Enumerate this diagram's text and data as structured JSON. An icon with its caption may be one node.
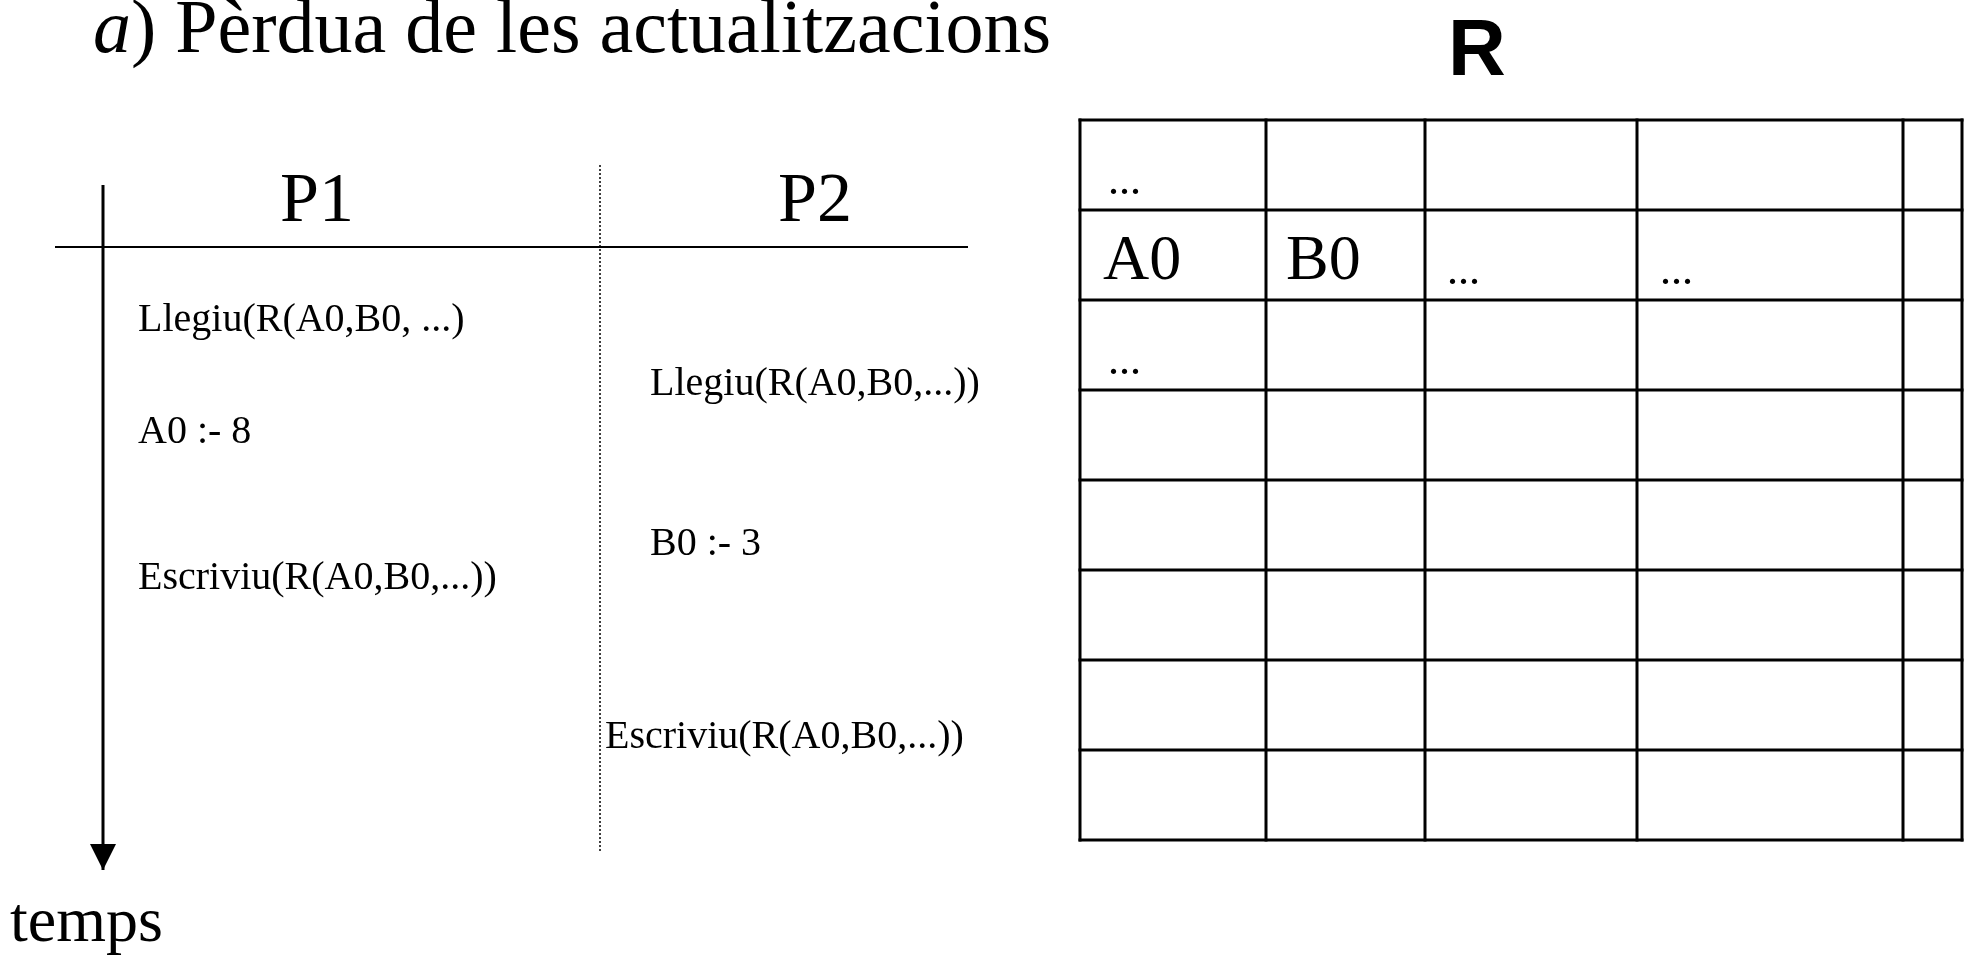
{
  "diagram": {
    "title": "*a*) Pèrdua de les actualitzacions",
    "labels": [
      "R",
      "P1",
      "P2",
      "...",
      "A0",
      "B0",
      "...",
      "...",
      "Llegiu(R(A0,B0, ...)",
      "...",
      "Llegiu(R(A0,B0,...))",
      "A0 :- 8",
      "B0 :- 3",
      "Escriviu(R(A0,B0,...))",
      "Escriviu(R(A0,B0,...))",
      "temps"
    ]
  }
}
